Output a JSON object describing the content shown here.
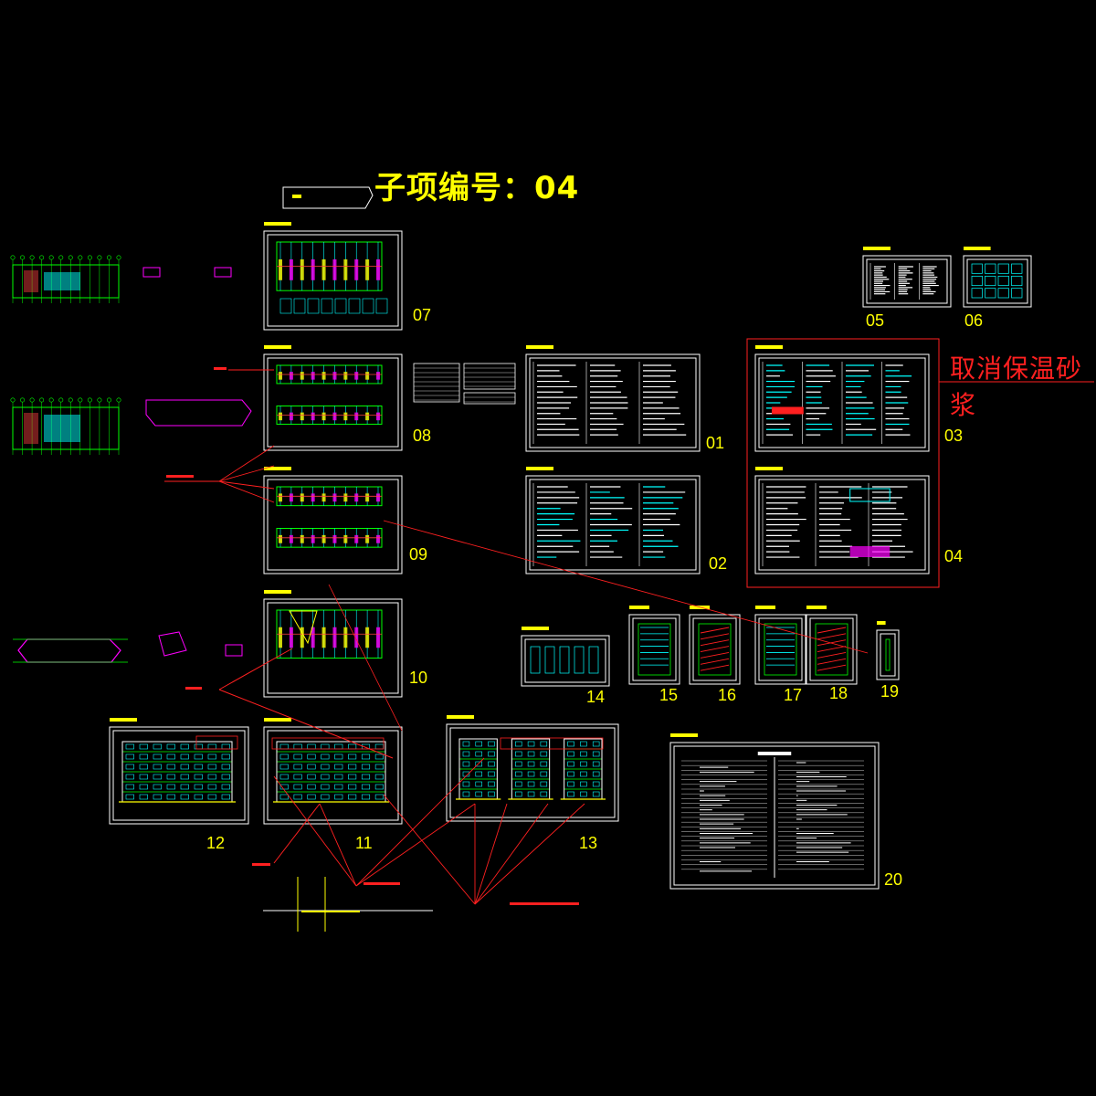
{
  "header": {
    "title": "子项编号：04"
  },
  "annotation": {
    "cancel_note": "取消保温砂浆"
  },
  "sheets": [
    {
      "id": "07",
      "label": "07"
    },
    {
      "id": "08",
      "label": "08"
    },
    {
      "id": "09",
      "label": "09"
    },
    {
      "id": "10",
      "label": "10"
    },
    {
      "id": "01",
      "label": "01"
    },
    {
      "id": "02",
      "label": "02"
    },
    {
      "id": "03",
      "label": "03"
    },
    {
      "id": "04",
      "label": "04"
    },
    {
      "id": "05",
      "label": "05"
    },
    {
      "id": "06",
      "label": "06"
    },
    {
      "id": "11",
      "label": "11"
    },
    {
      "id": "12",
      "label": "12"
    },
    {
      "id": "13",
      "label": "13"
    },
    {
      "id": "14",
      "label": "14"
    },
    {
      "id": "15",
      "label": "15"
    },
    {
      "id": "16",
      "label": "16"
    },
    {
      "id": "17",
      "label": "17"
    },
    {
      "id": "18",
      "label": "18"
    },
    {
      "id": "19",
      "label": "19"
    },
    {
      "id": "20",
      "label": "20"
    }
  ],
  "colors": {
    "background": "#000000",
    "frame": "#ffffff",
    "label": "#ffff00",
    "markup": "#ff2020",
    "cyan": "#00ffff",
    "green": "#00ff00",
    "magenta": "#ff00ff"
  }
}
